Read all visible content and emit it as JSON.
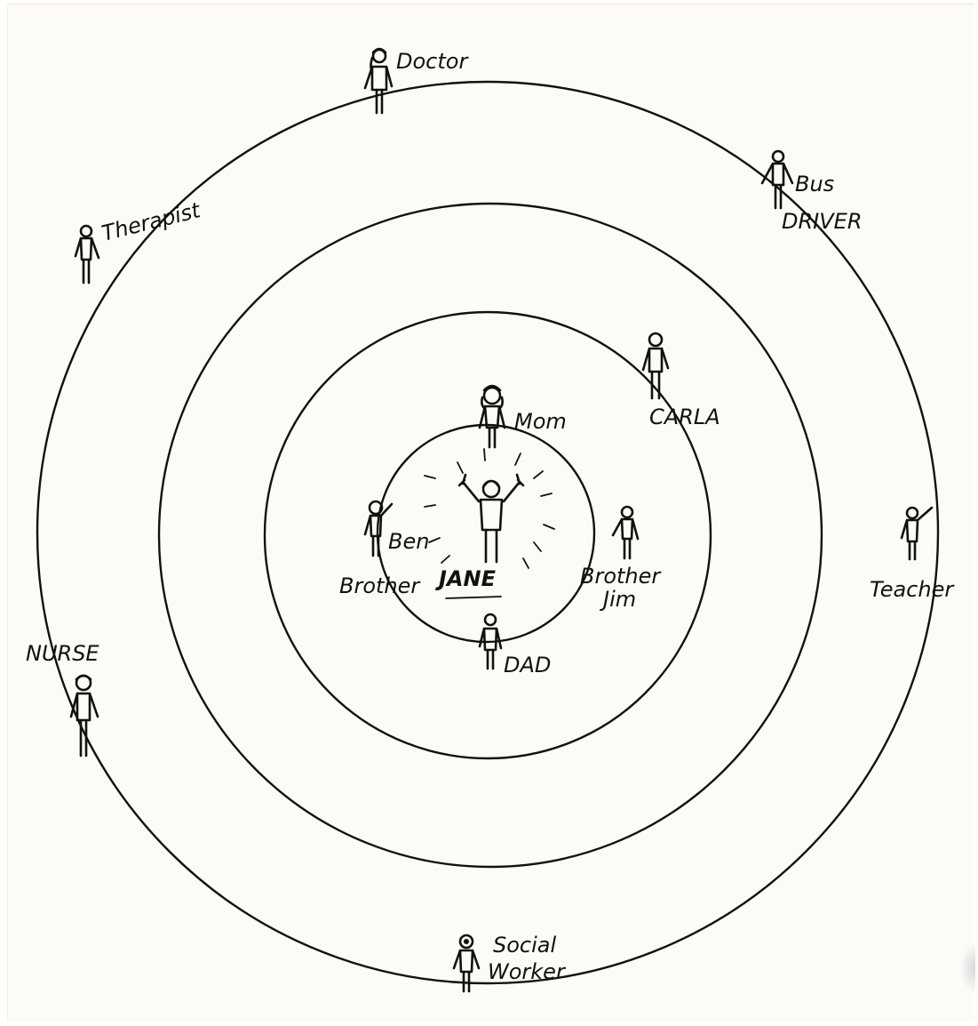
{
  "diagram": {
    "center_person": "JANE",
    "circle_1": [
      {
        "id": "mom",
        "label": "Mom"
      },
      {
        "id": "dad",
        "label": "DAD"
      },
      {
        "id": "ben",
        "label_1": "Ben",
        "label_2": "Brother"
      },
      {
        "id": "jim",
        "label_1": "Brother",
        "label_2": "Jim"
      }
    ],
    "circle_2": [
      {
        "id": "carla",
        "label": "CARLA"
      }
    ],
    "circle_4": [
      {
        "id": "doctor",
        "label": "Doctor"
      },
      {
        "id": "bus-driver",
        "label_1": "Bus",
        "label_2": "DRIVER"
      },
      {
        "id": "therapist",
        "label": "Therapist"
      },
      {
        "id": "teacher",
        "label": "Teacher"
      },
      {
        "id": "nurse",
        "label": "NURSE"
      },
      {
        "id": "social-worker",
        "label_1": "Social",
        "label_2": "Worker"
      }
    ]
  },
  "colors": {
    "ink": "#111111",
    "paper": "#fdfbf6",
    "page": "#ffffff"
  }
}
